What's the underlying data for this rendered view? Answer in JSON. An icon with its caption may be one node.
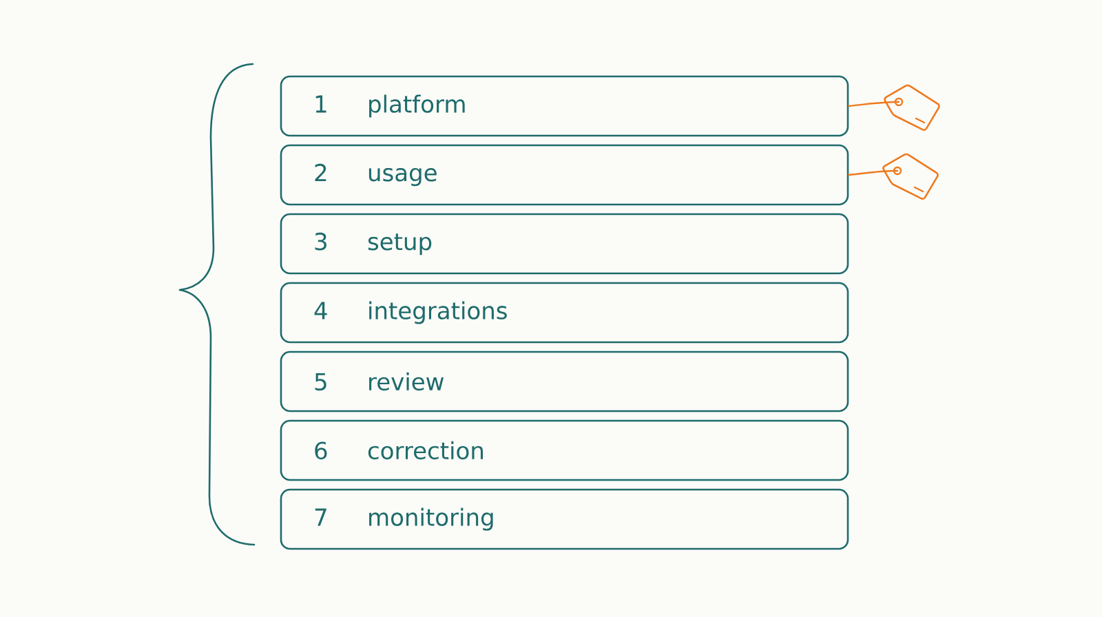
{
  "diagram": {
    "nodes": [
      {
        "text": [
          "1",
          "platform"
        ]
      },
      {
        "text": [
          "2",
          "usage"
        ]
      },
      {
        "text": [
          "3",
          "setup"
        ]
      },
      {
        "text": [
          "4",
          "integrations"
        ]
      },
      {
        "text": [
          "5",
          "review"
        ]
      },
      {
        "text": [
          "6",
          "correction"
        ]
      },
      {
        "text": [
          "7",
          "monitoring"
        ]
      },
      {
        "text": [],
        "shape": "tag"
      },
      {
        "text": [],
        "shape": "tag"
      }
    ],
    "edges": [
      {
        "from": 0,
        "to": 7,
        "arrow": "none"
      },
      {
        "from": 1,
        "to": 8,
        "arrow": "none"
      }
    ]
  }
}
